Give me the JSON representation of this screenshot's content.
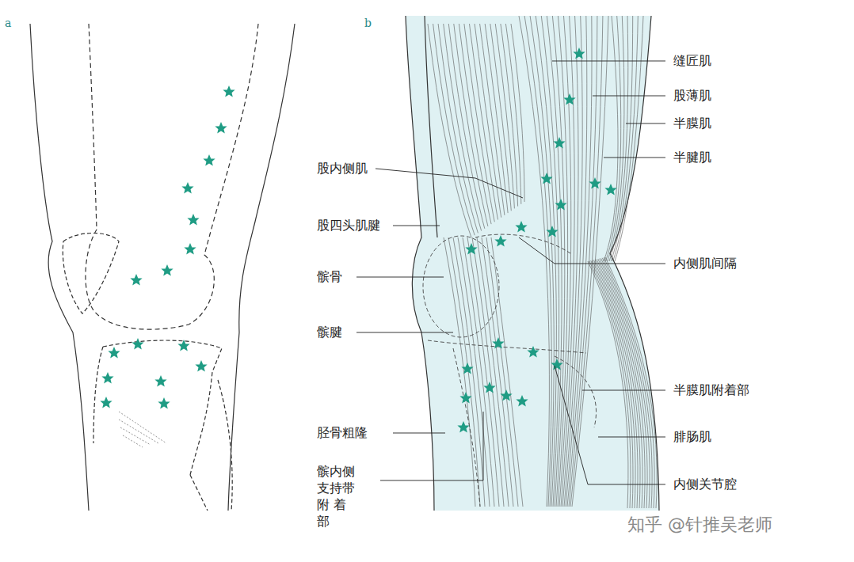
{
  "diagram": {
    "labels": [
      "a",
      "b",
      "缝匠肌",
      "股薄肌",
      "半膜肌",
      "半腱肌",
      "股内侧肌",
      "股四头肌腱",
      "内侧肌间隔",
      "髌骨",
      "髌腱",
      "半膜肌附着部",
      "腓肠肌",
      "胫骨粗隆",
      "内侧关节腔",
      "髌内侧 支持带附 着部",
      "知乎 @针推吴老师"
    ]
  }
}
